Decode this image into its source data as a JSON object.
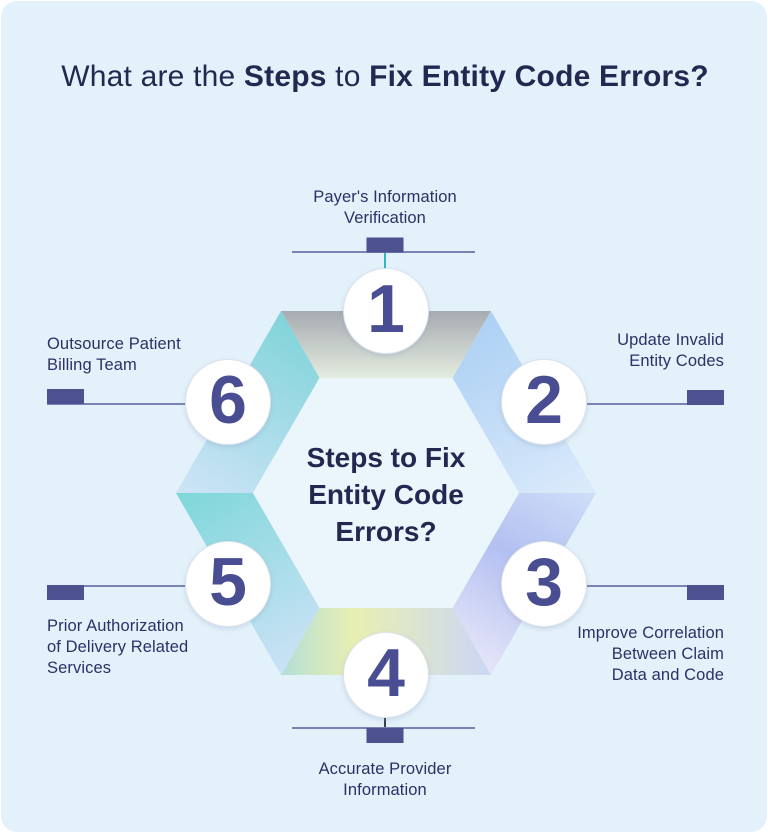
{
  "title": {
    "part1": "What are the ",
    "part2_bold": "Steps",
    "part3": " to ",
    "part4_bold": "Fix Entity Code Errors?"
  },
  "center": {
    "lines": [
      "Steps to Fix",
      "Entity Code",
      "Errors?"
    ]
  },
  "steps": [
    {
      "num": "1",
      "label_lines": [
        "Payer's Information",
        "Verification"
      ]
    },
    {
      "num": "2",
      "label_lines": [
        "Update Invalid",
        "Entity Codes"
      ]
    },
    {
      "num": "3",
      "label_lines": [
        "Improve Correlation",
        "Between Claim",
        "Data and Code"
      ]
    },
    {
      "num": "4",
      "label_lines": [
        "Accurate Provider",
        "Information"
      ]
    },
    {
      "num": "5",
      "label_lines": [
        "Prior Authorization",
        "of Delivery Related",
        "Services"
      ]
    },
    {
      "num": "6",
      "label_lines": [
        "Outsource Patient",
        "Billing Team"
      ]
    }
  ],
  "colors": {
    "card_bg": "#e3f1fa",
    "inner_hex": "#eaf5fc",
    "title_navy": "#232851",
    "label_navy": "#2b3166",
    "number_indigo": "#494e93",
    "rect_indigo": "#4c5190",
    "line_indigo": "#7c82b4",
    "teal_connector": "#2fb5c6",
    "dark_connector": "#3a3f4a",
    "circle_border": "#dde3ec",
    "seg1_a": "#a6abb1",
    "seg1_b": "#e3ecdf",
    "seg2_a": "#acd0f4",
    "seg2_b": "#dcebfb",
    "seg3_a": "#cfdff8",
    "seg3_b": "#b3c0f1",
    "seg3_c": "#e6e6f8",
    "seg4_a": "#cbd6f6",
    "seg4_b": "#e9efb2",
    "seg4_c": "#b4ded6",
    "seg5_a": "#7ed7da",
    "seg5_b": "#cbe2f6",
    "seg6_a": "#80d4da",
    "seg6_b": "#cfe4f7"
  }
}
